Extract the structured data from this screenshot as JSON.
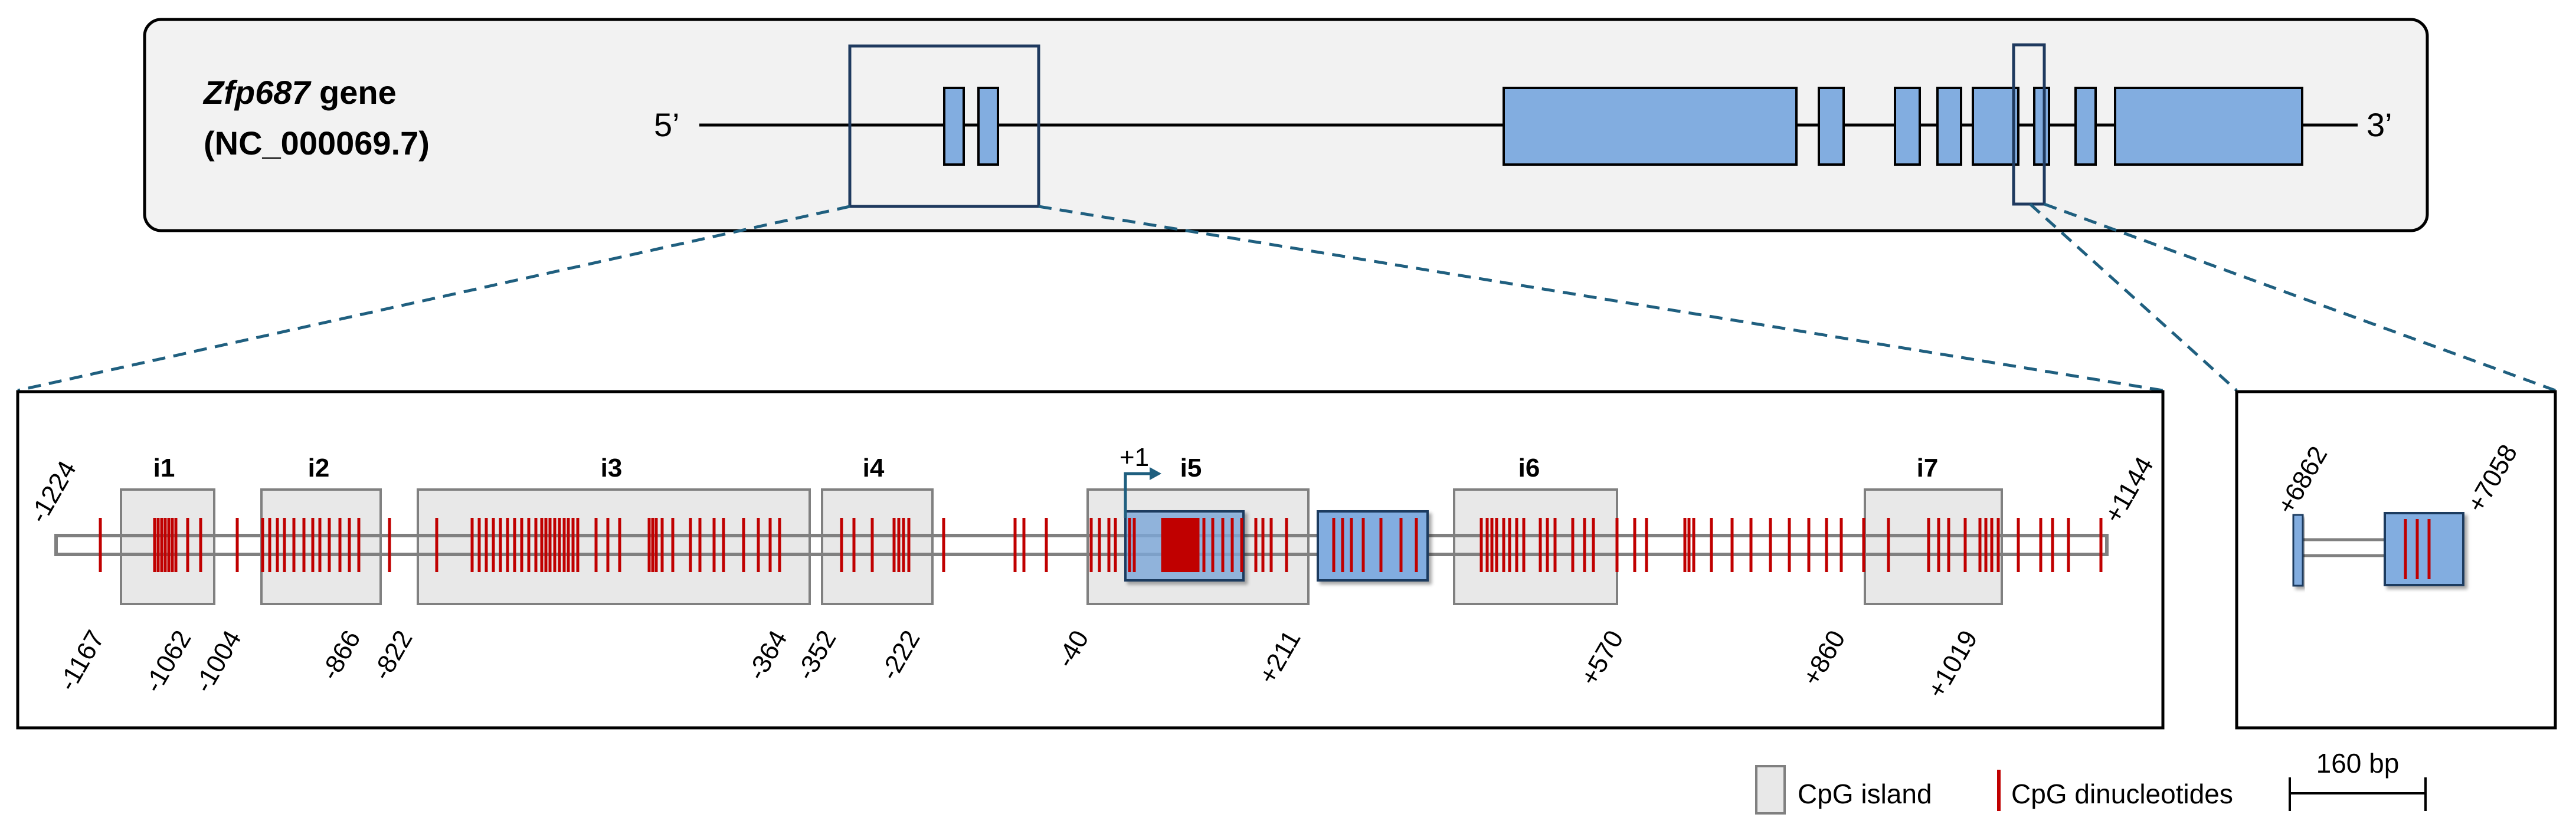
{
  "gene": {
    "name": "Zfp687",
    "name_suffix": " gene",
    "accession": "(NC_000069.7)",
    "end5": "5’",
    "end3": "3’"
  },
  "islands": [
    {
      "label": "i1",
      "start": "-1167",
      "end": "-1062"
    },
    {
      "label": "i2",
      "start": "-1004",
      "end": "-866"
    },
    {
      "label": "i3",
      "start": "-822",
      "end": "-364"
    },
    {
      "label": "i4",
      "start": "-352",
      "end": "-222"
    },
    {
      "label": "i5",
      "start": "-40",
      "end": "+211"
    },
    {
      "label": "i6",
      "start": "",
      "end": "+570"
    },
    {
      "label": "i7",
      "start": "+860",
      "end": "+1019"
    }
  ],
  "region": {
    "start": "-1224",
    "end": "+1144",
    "tss": "+1"
  },
  "exon_detail": {
    "start": "+6862",
    "end": "+7058"
  },
  "legend": {
    "cpg_island": "CpG island",
    "cpg_dinucleotides": "CpG dinucleotides",
    "scale_bar": "160 bp"
  },
  "colors": {
    "exon": "#82ADE0",
    "cpg": "#C00000",
    "island_fill": "#E8E8E8",
    "panel_bg": "#F2F2F2",
    "dashed": "#1F5F7F"
  }
}
